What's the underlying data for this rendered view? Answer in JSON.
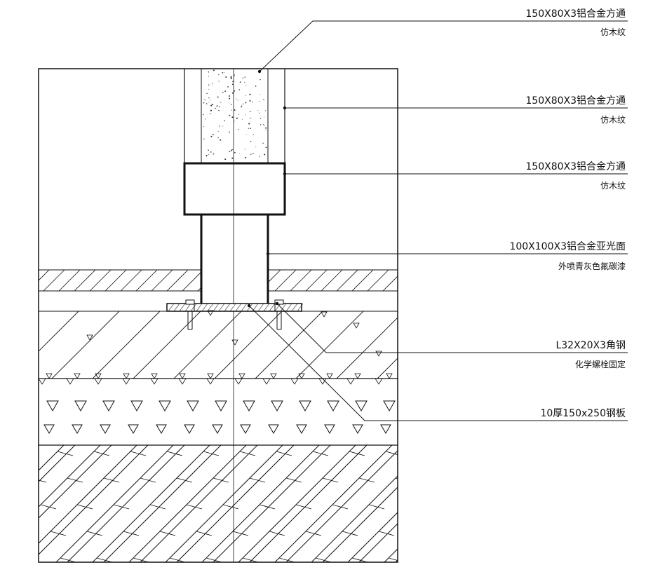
{
  "labels": [
    {
      "line1": "150X80X3铝合金方通",
      "line2": "仿木纹"
    },
    {
      "line1": "150X80X3铝合金方通",
      "line2": "仿木纹"
    },
    {
      "line1": "150X80X3铝合金方通",
      "line2": "仿木纹"
    },
    {
      "line1": "100X100X3铝合金亚光面",
      "line2": "外喷青灰色氟碳漆"
    },
    {
      "line1": "L32X20X3角钢",
      "line2": "化学螺栓固定"
    },
    {
      "line1": "10厚150x250钢板",
      "line2": ""
    }
  ]
}
